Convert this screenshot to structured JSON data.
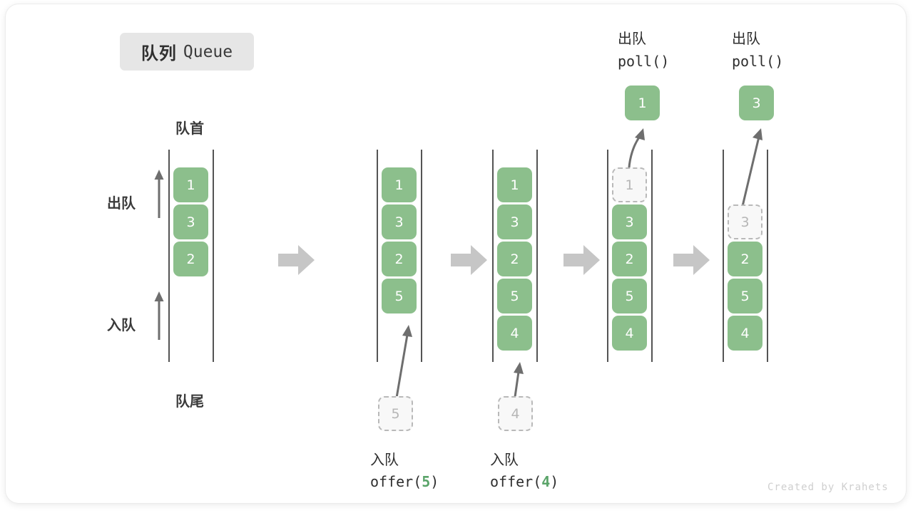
{
  "title": {
    "cn": "队列",
    "en": "Queue"
  },
  "labels": {
    "head": "队首",
    "tail": "队尾",
    "dequeue": "出队",
    "enqueue": "入队"
  },
  "watermark": "Created by Krahets",
  "colors": {
    "cell_green": "#8cbf8c",
    "ghost_fill": "#f8f8f8",
    "ghost_border": "#b9b9b9",
    "ghost_text": "#b6b6b6",
    "rail": "#545454",
    "arrow_gray": "#6e6e6e",
    "step_arrow": "#c6c6c6",
    "chip_bg": "#e6e6e6",
    "accent_num": "#5aa469"
  },
  "steps": [
    {
      "id": "initial",
      "cells": [
        "1",
        "3",
        "2"
      ],
      "ghost_index": -1,
      "side_labels": true
    },
    {
      "id": "offer-5",
      "cells": [
        "1",
        "3",
        "2",
        "5"
      ],
      "ghost_index": -1,
      "incoming": {
        "value": "5",
        "op_cn": "入队",
        "op_call_pre": "offer(",
        "op_call_num": "5",
        "op_call_post": ")"
      }
    },
    {
      "id": "offer-4",
      "cells": [
        "1",
        "3",
        "2",
        "5",
        "4"
      ],
      "ghost_index": -1,
      "incoming": {
        "value": "4",
        "op_cn": "入队",
        "op_call_pre": "offer(",
        "op_call_num": "4",
        "op_call_post": ")"
      }
    },
    {
      "id": "poll-1",
      "cells": [
        "1",
        "3",
        "2",
        "5",
        "4"
      ],
      "ghost_index": 0,
      "outgoing": {
        "value": "1",
        "op_cn": "出队",
        "op_call": "poll()"
      }
    },
    {
      "id": "poll-3",
      "cells": [
        "",
        "3",
        "2",
        "5",
        "4"
      ],
      "ghost_index": 1,
      "outgoing": {
        "value": "3",
        "op_cn": "出队",
        "op_call": "poll()"
      }
    }
  ]
}
